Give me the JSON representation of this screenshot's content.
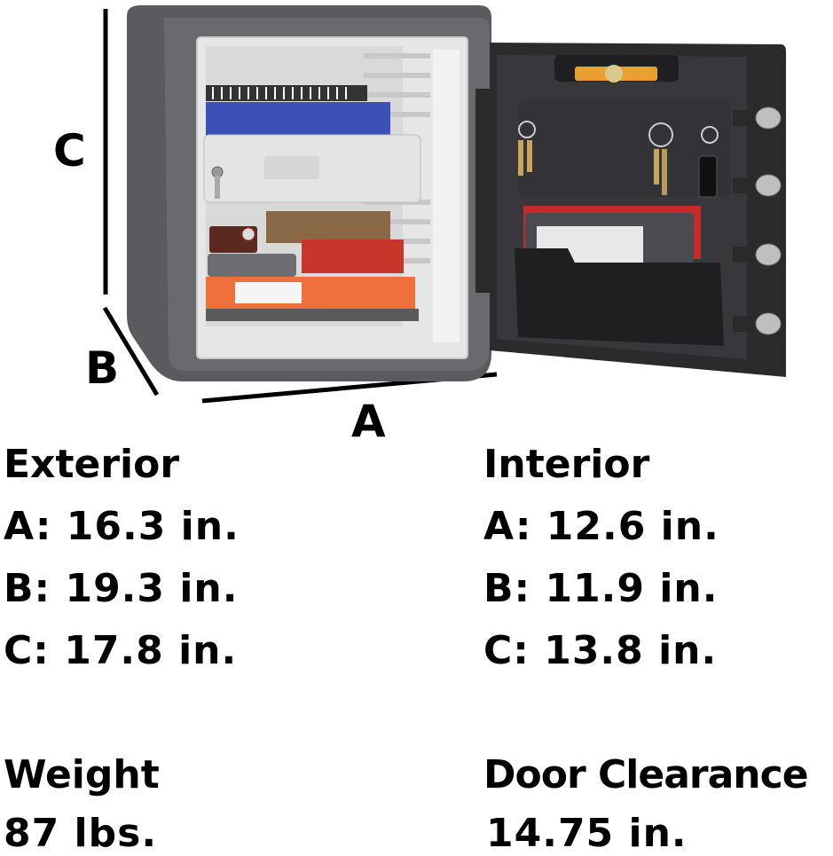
{
  "illustration": {
    "subject": "fire-resistant safe with door open",
    "dimension_labels": {
      "A": "A",
      "B": "B",
      "C": "C"
    }
  },
  "exterior": {
    "heading": "Exterior",
    "rows": [
      "A: 16.3 in.",
      "B: 19.3 in.",
      "C: 17.8 in."
    ]
  },
  "interior": {
    "heading": "Interior",
    "rows": [
      "A: 12.6 in.",
      "B: 11.9 in.",
      "C: 13.8 in."
    ]
  },
  "weight": {
    "heading": "Weight",
    "value": "87 lbs."
  },
  "door_clearance": {
    "heading": "Door Clearance",
    "value": "14.75 in."
  },
  "colors": {
    "safe_body": "#5f5f63",
    "safe_interior": "#dcdcdc",
    "door": "#2b2b2e",
    "binder_blue": "#3a4fb8",
    "binder_orange": "#f0703c",
    "binder_red": "#c8352a",
    "text": "#000000"
  }
}
